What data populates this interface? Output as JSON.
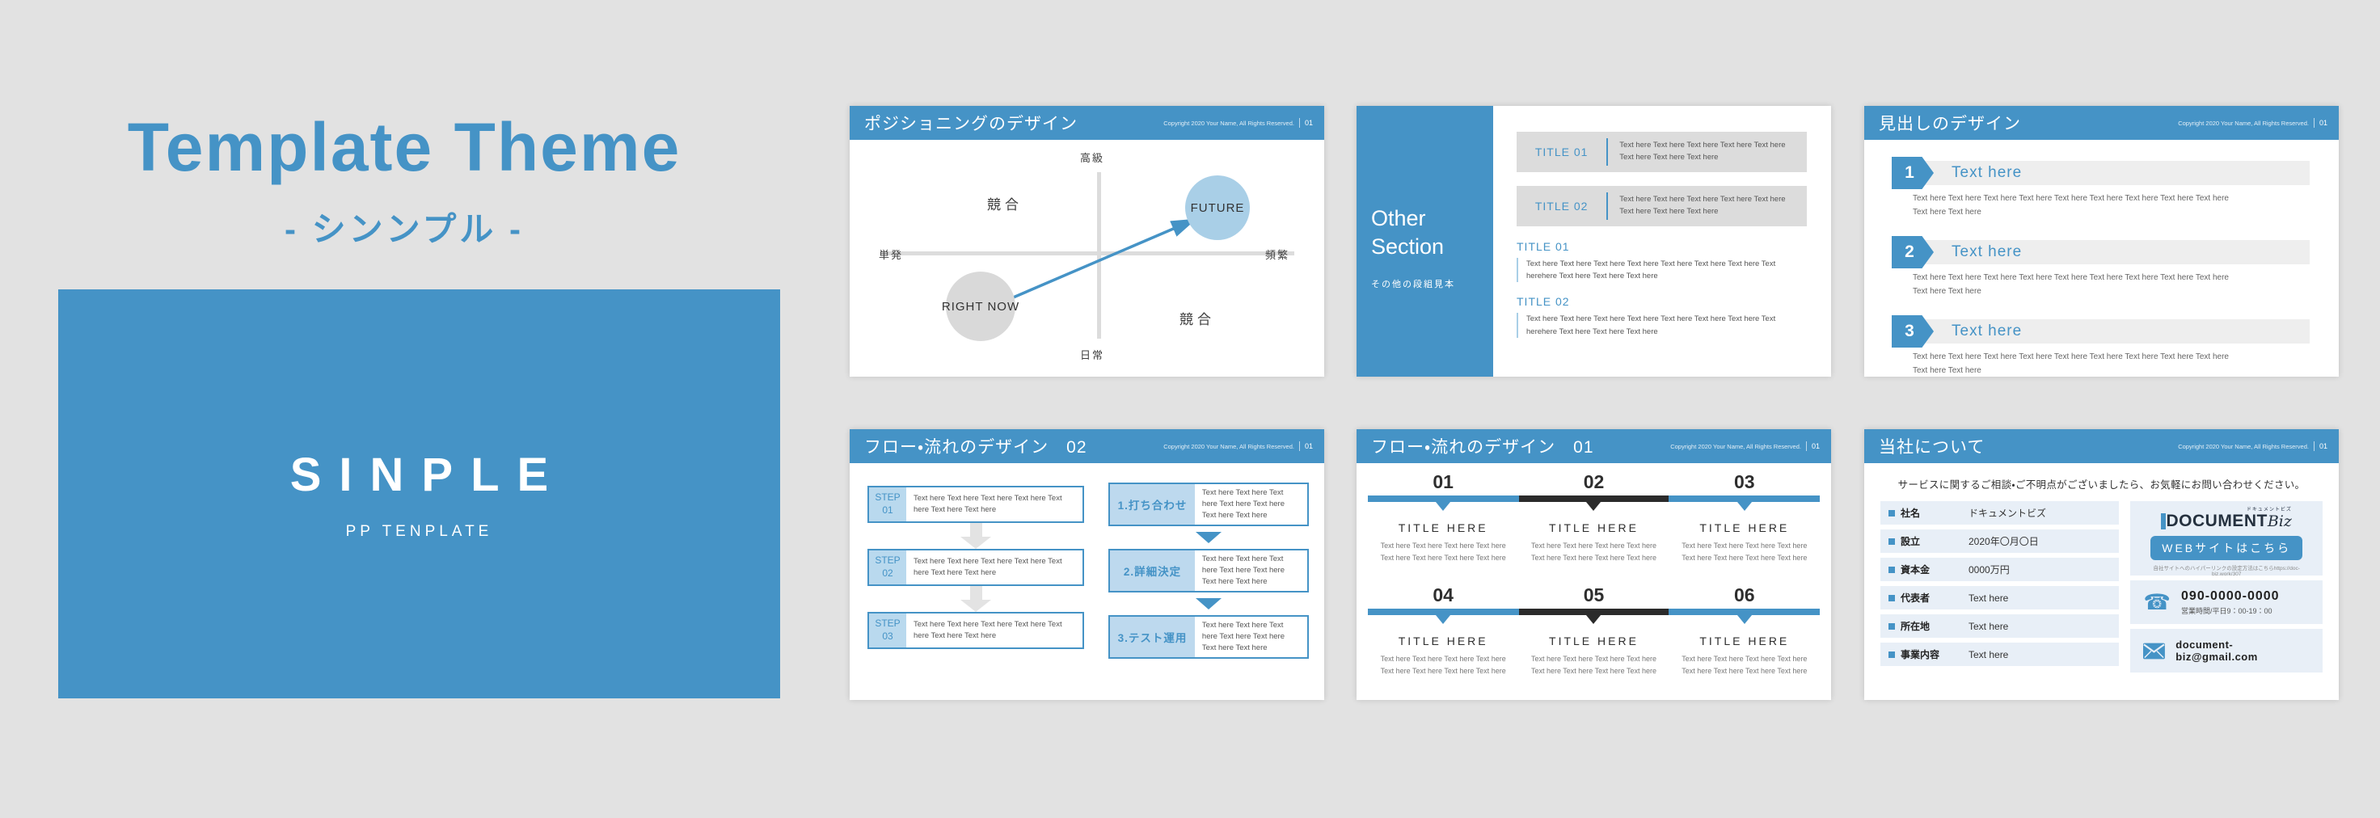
{
  "hero": {
    "title": "Template Theme",
    "subtitle": "- シンンプル -",
    "cover_title": "SINPLE",
    "cover_subtitle": "PP TENPLATE"
  },
  "chrome": {
    "copyright": "Copyright 2020 Your Name, All Rights Reserved.",
    "page_no": "01"
  },
  "colors": {
    "accent": "#4593c6",
    "accent_light": "#a9cfe7",
    "bar_dark": "#2b2b2b",
    "background": "#e2e2e2"
  },
  "positioning": {
    "title": "ポジショニングのデザイン",
    "axis_top": "高級",
    "axis_bottom": "日常",
    "axis_left": "単発",
    "axis_right": "頻繁",
    "quad_upper_left": "競合",
    "quad_lower_right": "競合",
    "future": "FUTURE",
    "right_now": "RIGHT NOW"
  },
  "other_section": {
    "heading_line1": "Other",
    "heading_line2": "Section",
    "subheading": "その他の段組見本",
    "boxes": [
      {
        "title": "TITLE 01",
        "text": "Text here Text here Text here Text here Text here Text here Text here Text here"
      },
      {
        "title": "TITLE 02",
        "text": "Text here Text here Text here Text here Text here Text here Text here Text here"
      }
    ],
    "sections": [
      {
        "title": "TITLE 01",
        "text": "Text here Text here Text here Text here Text here Text here Text here Text herehere Text here Text here Text here"
      },
      {
        "title": "TITLE 02",
        "text": "Text here Text here Text here Text here Text here Text here Text here Text herehere Text here Text here Text here"
      }
    ]
  },
  "headings": {
    "title": "見出しのデザイン",
    "items": [
      {
        "num": "1",
        "label": "Text here",
        "body": "Text here Text here Text here Text here Text here Text here Text here Text here Text here Text here Text here"
      },
      {
        "num": "2",
        "label": "Text here",
        "body": "Text here Text here Text here Text here Text here Text here Text here Text here Text here Text here Text here"
      },
      {
        "num": "3",
        "label": "Text here",
        "body": "Text here Text here Text here Text here Text here Text here Text here Text here Text here Text here Text here"
      }
    ]
  },
  "flow2": {
    "title": "フロー・流れのデザイン　02",
    "steps": [
      {
        "tag": "STEP",
        "num": "01",
        "text": "Text here Text here Text here Text here Text here Text here Text here"
      },
      {
        "tag": "STEP",
        "num": "02",
        "text": "Text here Text here Text here Text here Text here Text here Text here"
      },
      {
        "tag": "STEP",
        "num": "03",
        "text": "Text here Text here Text here Text here Text here Text here Text here"
      }
    ],
    "procs": [
      {
        "label": "1.打ち合わせ",
        "text": "Text here Text here Text here Text here Text here Text here Text here"
      },
      {
        "label": "2.詳細決定",
        "text": "Text here Text here Text here Text here Text here Text here Text here"
      },
      {
        "label": "3.テスト運用",
        "text": "Text here Text here Text here Text here Text here Text here Text here"
      }
    ]
  },
  "flow1": {
    "title": "フロー・流れのデザイン　01",
    "items": [
      {
        "num": "01",
        "heading": "TITLE HERE",
        "text": "Text here Text here Text here Text here Text here Text here Text here Text here"
      },
      {
        "num": "02",
        "heading": "TITLE HERE",
        "text": "Text here Text here Text here Text here Text here Text here Text here Text here"
      },
      {
        "num": "03",
        "heading": "TITLE HERE",
        "text": "Text here Text here Text here Text here Text here Text here Text here Text here"
      },
      {
        "num": "04",
        "heading": "TITLE HERE",
        "text": "Text here Text here Text here Text here Text here Text here Text here Text here"
      },
      {
        "num": "05",
        "heading": "TITLE HERE",
        "text": "Text here Text here Text here Text here Text here Text here Text here Text here"
      },
      {
        "num": "06",
        "heading": "TITLE HERE",
        "text": "Text here Text here Text here Text here Text here Text here Text here Text here"
      }
    ]
  },
  "about": {
    "title": "当社について",
    "intro": "サービスに関するご相談・ご不明点がございましたら、お気軽にお問い合わせください。",
    "rows": [
      {
        "label": "社名",
        "value": "ドキュメントビズ"
      },
      {
        "label": "設立",
        "value": "2020年〇月〇日"
      },
      {
        "label": "資本金",
        "value": "0000万円"
      },
      {
        "label": "代表者",
        "value": "Text here"
      },
      {
        "label": "所在地",
        "value": "Text here"
      },
      {
        "label": "事業内容",
        "value": "Text here"
      }
    ],
    "logo": {
      "main": "DOCUMENT",
      "script": "Biz",
      "ruby": "ドキュメントビズ"
    },
    "web_button": "WEBサイトはこちら",
    "web_note": "自社サイトへのハイパーリンクの設定方法はこちらhttps://doc-biz.work/307",
    "phone": "090-0000-0000",
    "phone_hours": "営業時間/平日9：00-19：00",
    "email": "document-biz@gmail.com"
  }
}
